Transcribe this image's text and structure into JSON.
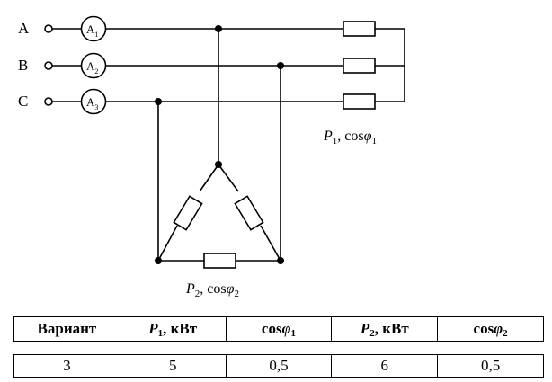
{
  "diagram": {
    "phases": [
      {
        "label": "A",
        "ammeter_letter": "A",
        "ammeter_index": "1"
      },
      {
        "label": "B",
        "ammeter_letter": "A",
        "ammeter_index": "2"
      },
      {
        "label": "C",
        "ammeter_letter": "A",
        "ammeter_index": "3"
      }
    ],
    "load1": {
      "p": "P",
      "p_sub": "1",
      "sep": ", cos",
      "phi": "φ",
      "phi_sub": "1"
    },
    "load2": {
      "p": "P",
      "p_sub": "2",
      "sep": ", cos",
      "phi": "φ",
      "phi_sub": "2"
    }
  },
  "table": {
    "headers": [
      {
        "text": "Вариант"
      },
      {
        "sym": "P",
        "sub": "1",
        "tail": ", кВт"
      },
      {
        "pre": "cos",
        "sym": "φ",
        "sub": "1"
      },
      {
        "sym": "P",
        "sub": "2",
        "tail": ", кВт"
      },
      {
        "pre": "cos",
        "sym": "φ",
        "sub": "2"
      }
    ],
    "row": [
      "3",
      "5",
      "0,5",
      "6",
      "0,5"
    ]
  }
}
